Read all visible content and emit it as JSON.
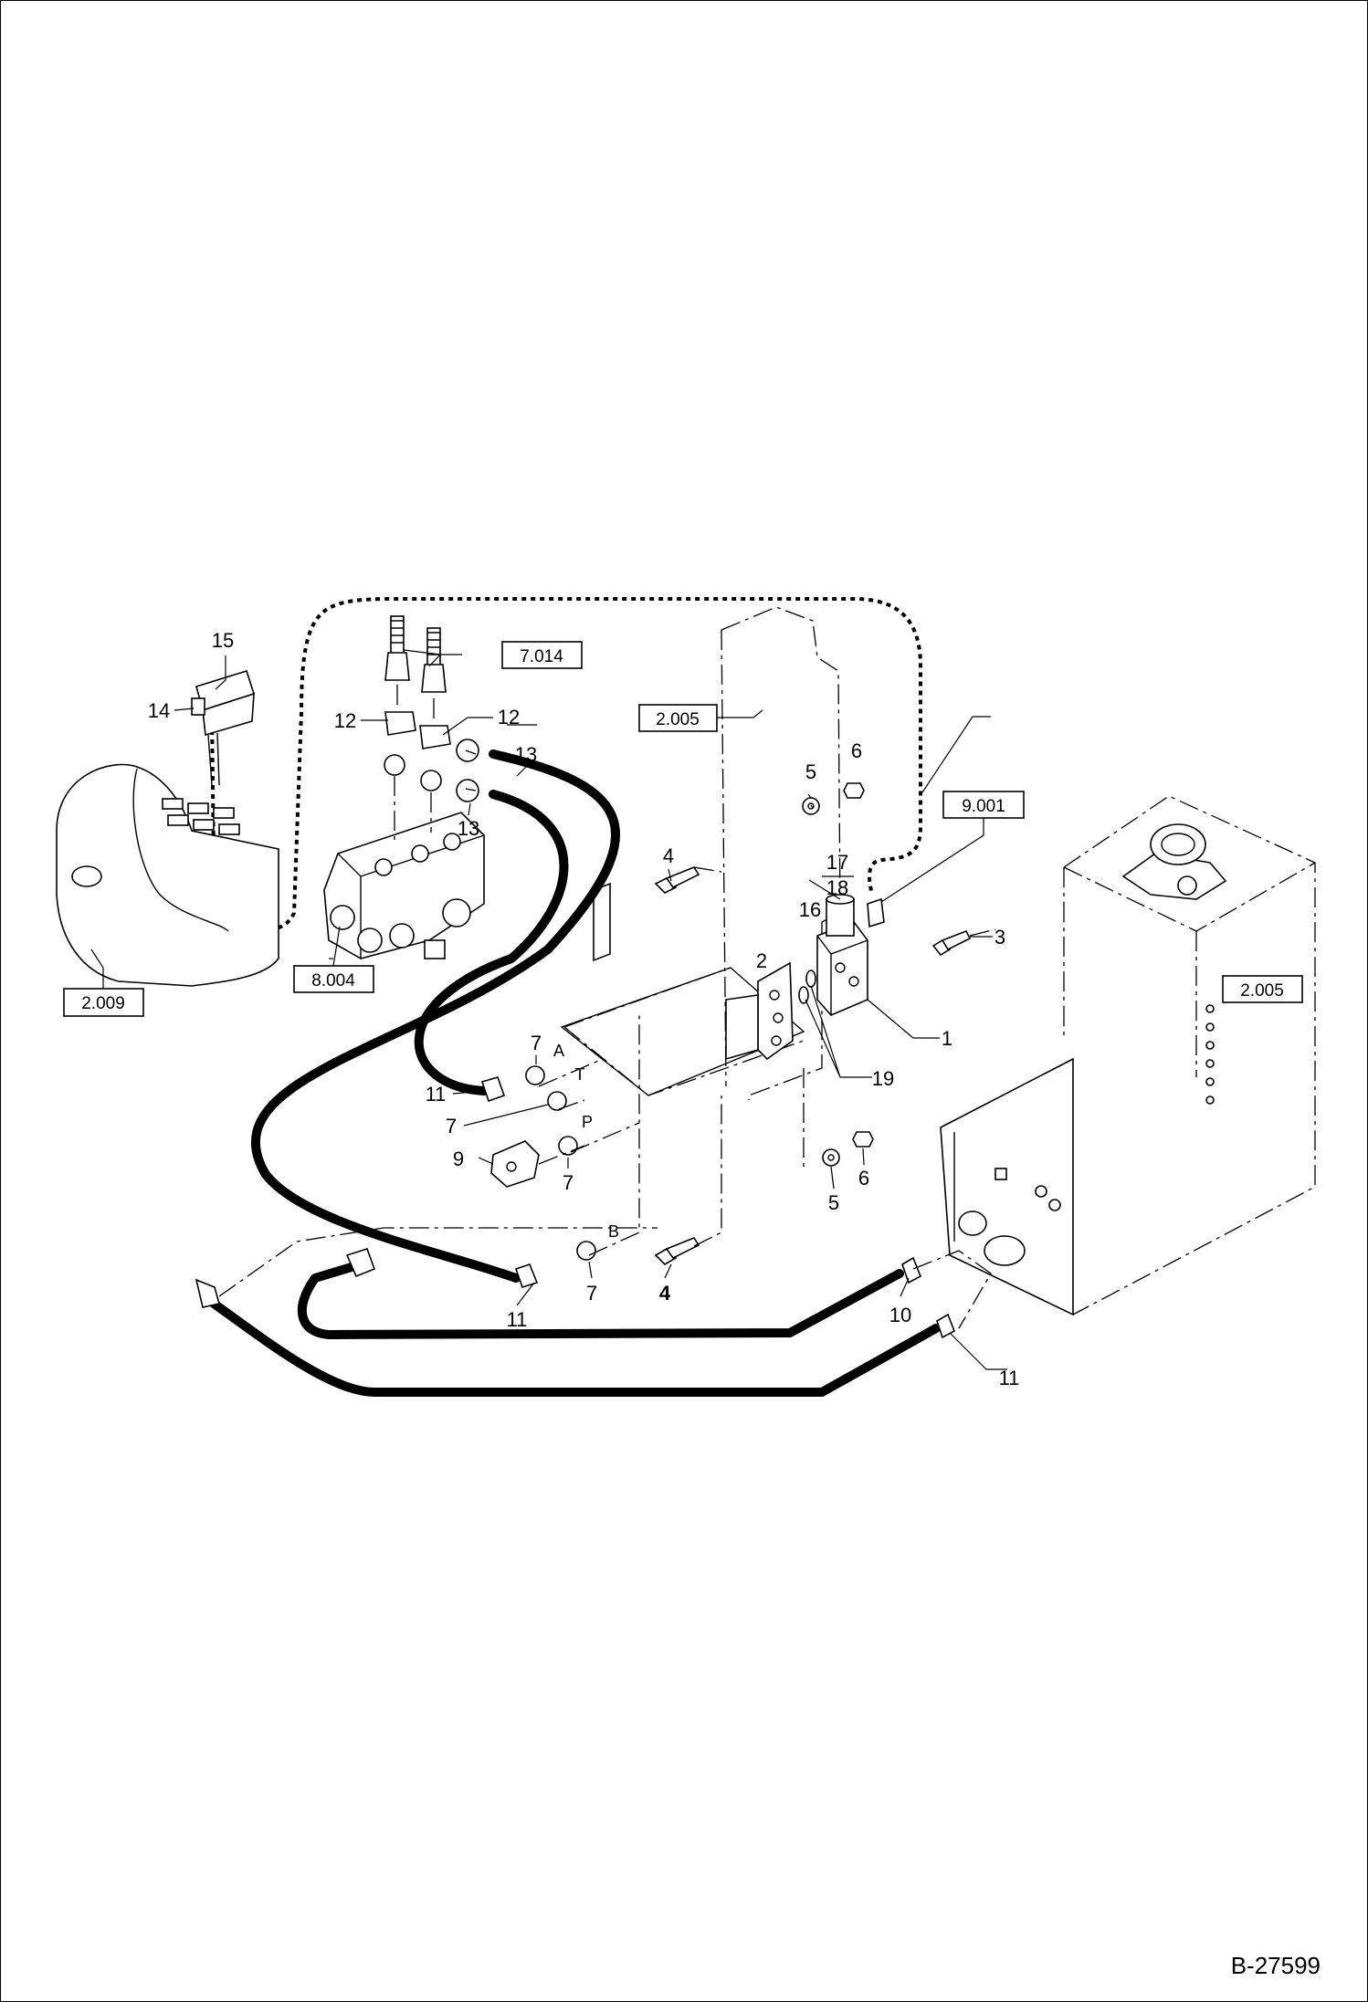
{
  "drawing_number": "B-27599",
  "references": {
    "r7014": "7.014",
    "r2005a": "2.005",
    "r9001": "9.001",
    "r2005b": "2.005",
    "r2009": "2.009",
    "r8004": "8.004"
  },
  "callouts": {
    "c15": "15",
    "c14": "14",
    "c12a": "12",
    "c12b": "12",
    "c13a": "13",
    "c13b": "13",
    "c4a": "4",
    "c5a": "5",
    "c6a": "6",
    "c17": "17",
    "c18": "18",
    "c16": "16",
    "c3": "3",
    "c2": "2",
    "c1": "1",
    "c19": "19",
    "c7a": "7",
    "c11a": "11",
    "c7b": "7",
    "c9": "9",
    "c7c": "7",
    "c5b": "5",
    "c6b": "6",
    "c4b": "4",
    "c7d": "7",
    "c11b": "11",
    "c10": "10",
    "c11c": "11"
  },
  "ports": {
    "a": "A",
    "t": "T",
    "p": "P",
    "b": "B"
  }
}
